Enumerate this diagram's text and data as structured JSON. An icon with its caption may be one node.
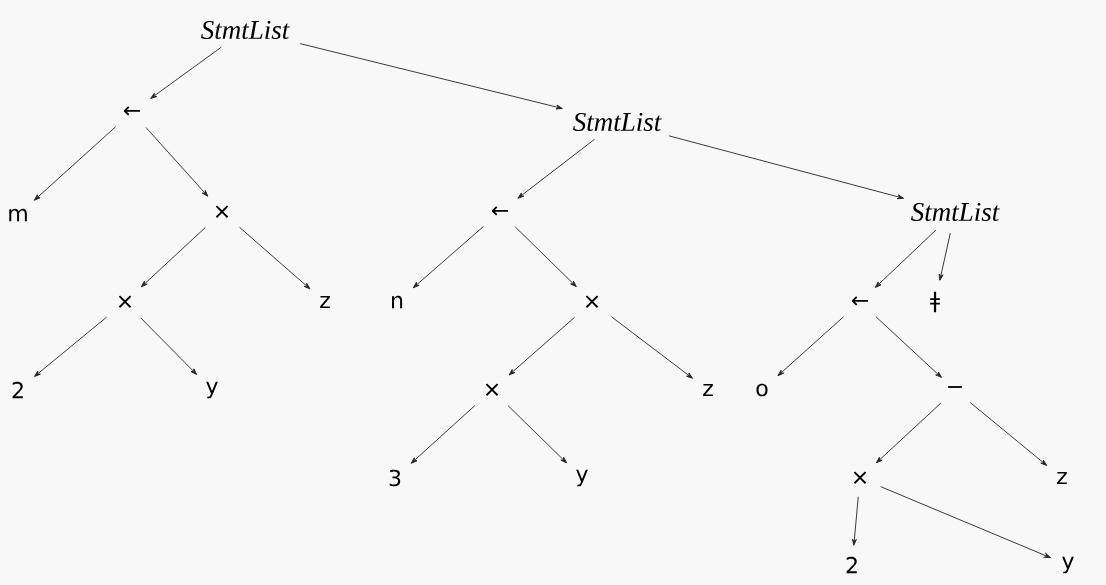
{
  "diagram": {
    "nodes": [
      {
        "text": [
          "StmtList"
        ]
      },
      {
        "text": [
          "←"
        ]
      },
      {
        "text": [
          "StmtList"
        ]
      },
      {
        "text": [
          "m"
        ]
      },
      {
        "text": [
          "×"
        ]
      },
      {
        "text": [
          "←"
        ]
      },
      {
        "text": [
          "StmtList"
        ]
      },
      {
        "text": [
          "×"
        ]
      },
      {
        "text": [
          "z"
        ]
      },
      {
        "text": [
          "n"
        ]
      },
      {
        "text": [
          "×"
        ]
      },
      {
        "text": [
          "←"
        ]
      },
      {
        "text": [
          "ǂ"
        ]
      },
      {
        "text": [
          "2"
        ]
      },
      {
        "text": [
          "y"
        ]
      },
      {
        "text": [
          "×"
        ]
      },
      {
        "text": [
          "z"
        ]
      },
      {
        "text": [
          "o"
        ]
      },
      {
        "text": [
          "−"
        ]
      },
      {
        "text": [
          "3"
        ]
      },
      {
        "text": [
          "y"
        ]
      },
      {
        "text": [
          "×"
        ]
      },
      {
        "text": [
          "z"
        ]
      },
      {
        "text": [
          "2"
        ]
      },
      {
        "text": [
          "y"
        ]
      }
    ],
    "edges": [
      {
        "from": 0,
        "to": 1,
        "arrow": "to"
      },
      {
        "from": 0,
        "to": 2,
        "arrow": "to"
      },
      {
        "from": 1,
        "to": 3,
        "arrow": "to"
      },
      {
        "from": 1,
        "to": 4,
        "arrow": "to"
      },
      {
        "from": 2,
        "to": 5,
        "arrow": "to"
      },
      {
        "from": 2,
        "to": 6,
        "arrow": "to"
      },
      {
        "from": 4,
        "to": 7,
        "arrow": "to"
      },
      {
        "from": 4,
        "to": 8,
        "arrow": "to"
      },
      {
        "from": 5,
        "to": 9,
        "arrow": "to"
      },
      {
        "from": 5,
        "to": 10,
        "arrow": "to"
      },
      {
        "from": 6,
        "to": 11,
        "arrow": "to"
      },
      {
        "from": 6,
        "to": 12,
        "arrow": "to"
      },
      {
        "from": 7,
        "to": 13,
        "arrow": "to"
      },
      {
        "from": 7,
        "to": 14,
        "arrow": "to"
      },
      {
        "from": 10,
        "to": 15,
        "arrow": "to"
      },
      {
        "from": 10,
        "to": 16,
        "arrow": "to"
      },
      {
        "from": 11,
        "to": 17,
        "arrow": "to"
      },
      {
        "from": 11,
        "to": 18,
        "arrow": "to"
      },
      {
        "from": 15,
        "to": 19,
        "arrow": "to"
      },
      {
        "from": 15,
        "to": 20,
        "arrow": "to"
      },
      {
        "from": 18,
        "to": 21,
        "arrow": "to"
      },
      {
        "from": 18,
        "to": 22,
        "arrow": "to"
      },
      {
        "from": 21,
        "to": 23,
        "arrow": "to"
      },
      {
        "from": 21,
        "to": 24,
        "arrow": "to"
      }
    ]
  }
}
